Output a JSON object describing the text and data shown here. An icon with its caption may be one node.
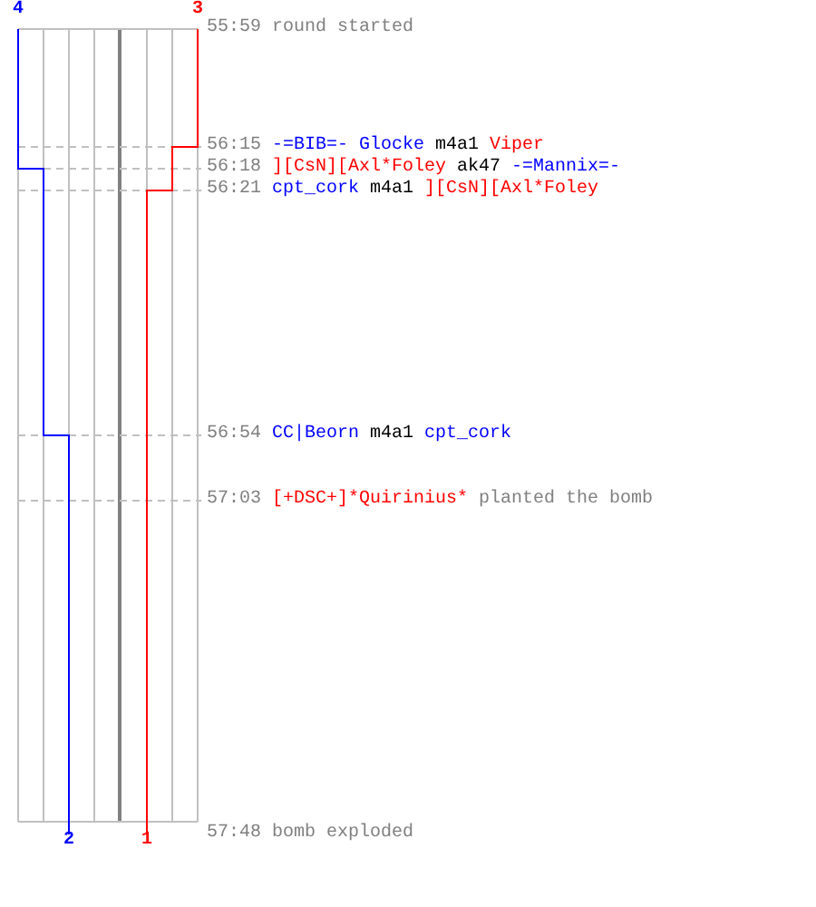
{
  "diagram": {
    "labels": [
      "4",
      "3",
      "55:59",
      "round started",
      "56:15",
      "-=BIB=- Glocke",
      "m4a1",
      "Viper",
      "56:18",
      "][CsN][Axl*Foley",
      "ak47",
      "-=Mannix=-",
      "56:21",
      "cpt_cork",
      "m4a1",
      "][CsN][Axl*Foley",
      "56:54",
      "CC|Beorn",
      "m4a1",
      "cpt_cork",
      "57:03",
      "[+DSC+]*Quirinius*",
      "planted the bomb",
      "2",
      "1",
      "57:48",
      "bomb exploded"
    ]
  }
}
